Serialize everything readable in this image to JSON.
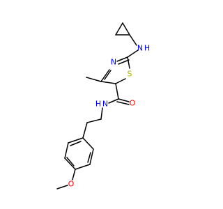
{
  "structure": {
    "colors": {
      "bond": "#000000",
      "N": "#0000ff",
      "S": "#b3b300",
      "O": "#ff0000"
    },
    "atoms": {
      "n_amine": {
        "text": "N",
        "element": "N"
      },
      "h_amine": {
        "text": "H",
        "element": "N"
      },
      "n_thiazole": {
        "text": "N",
        "element": "N"
      },
      "s_thiazole": {
        "text": "S",
        "element": "S"
      },
      "o_carbonyl": {
        "text": "O",
        "element": "O"
      },
      "n_amide": {
        "text": "N",
        "element": "N"
      },
      "h_amide": {
        "text": "H",
        "element": "N"
      },
      "o_methoxy": {
        "text": "O",
        "element": "O"
      }
    }
  }
}
